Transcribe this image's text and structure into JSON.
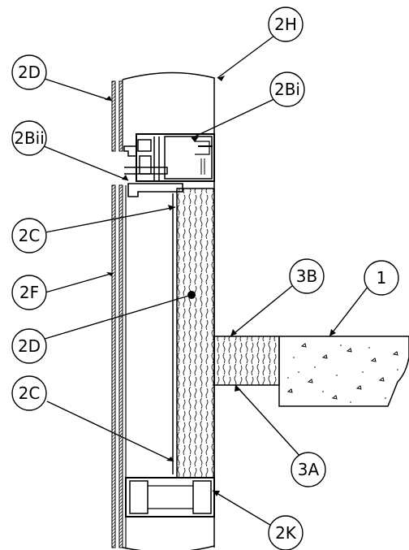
{
  "callouts": {
    "c2H": "2H",
    "c2D_top": "2D",
    "c2Bi": "2Bi",
    "c2Bii": "2Bii",
    "c2C_top": "2C",
    "c2F": "2F",
    "c2D_mid": "2D",
    "c2C_bottom": "2C",
    "c3B": "3B",
    "c1": "1",
    "c3A": "3A",
    "c2K": "2K"
  },
  "colors": {
    "ink": "#000000",
    "paper": "#ffffff"
  }
}
